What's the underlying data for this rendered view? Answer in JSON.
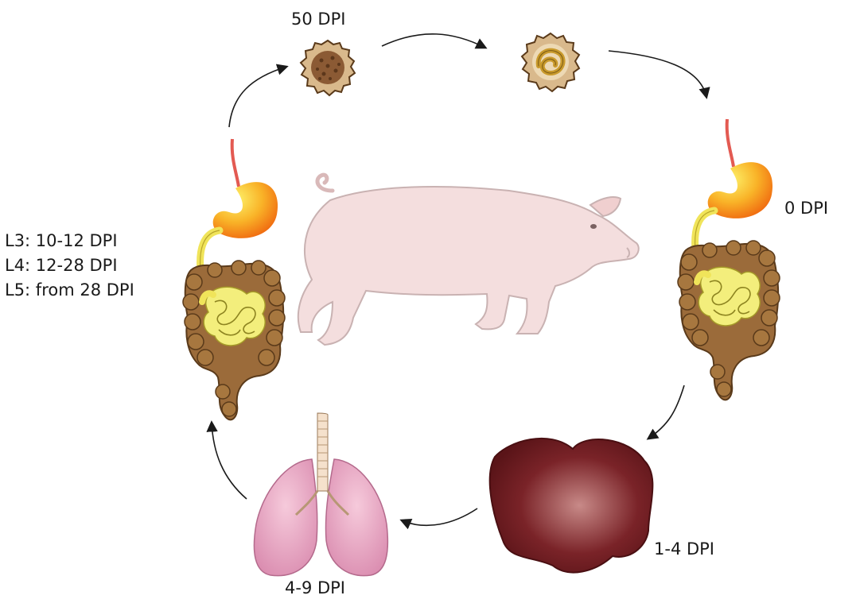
{
  "labels": {
    "egg_dpi": "50 DPI",
    "ingestion_dpi": "0 DPI",
    "liver_dpi": "1-4 DPI",
    "lung_dpi": "4-9 DPI",
    "intestine_stages": [
      "L3: 10-12 DPI",
      "L4: 12-28 DPI",
      "L5: from 28 DPI"
    ]
  },
  "colors": {
    "arrow": "#1a1a1a",
    "pig": "#f3dcdc",
    "liver": "#6e1a1e",
    "lung": "#e9a9c2",
    "colon": "#9a6a3a",
    "small_intestine": "#f0ea6a",
    "stomach": "#f9a31b",
    "egg_shell": "#d9b98c"
  }
}
